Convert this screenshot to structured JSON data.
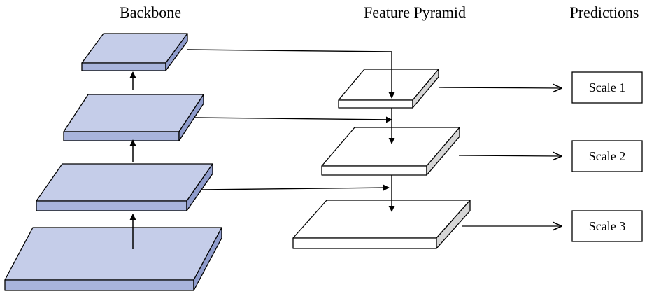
{
  "headers": {
    "backbone": "Backbone",
    "feature_pyramid": "Feature Pyramid",
    "predictions": "Predictions"
  },
  "predictions": [
    {
      "label": "Scale 1"
    },
    {
      "label": "Scale 2"
    },
    {
      "label": "Scale 3"
    }
  ],
  "colors": {
    "backbone_top": "#c5cde9",
    "backbone_front": "#a8b4dc",
    "backbone_side": "#8f9ccc",
    "pyramid_top": "#ffffff",
    "pyramid_front": "#ffffff",
    "pyramid_side": "#d6d6d6",
    "stroke": "#000000"
  }
}
